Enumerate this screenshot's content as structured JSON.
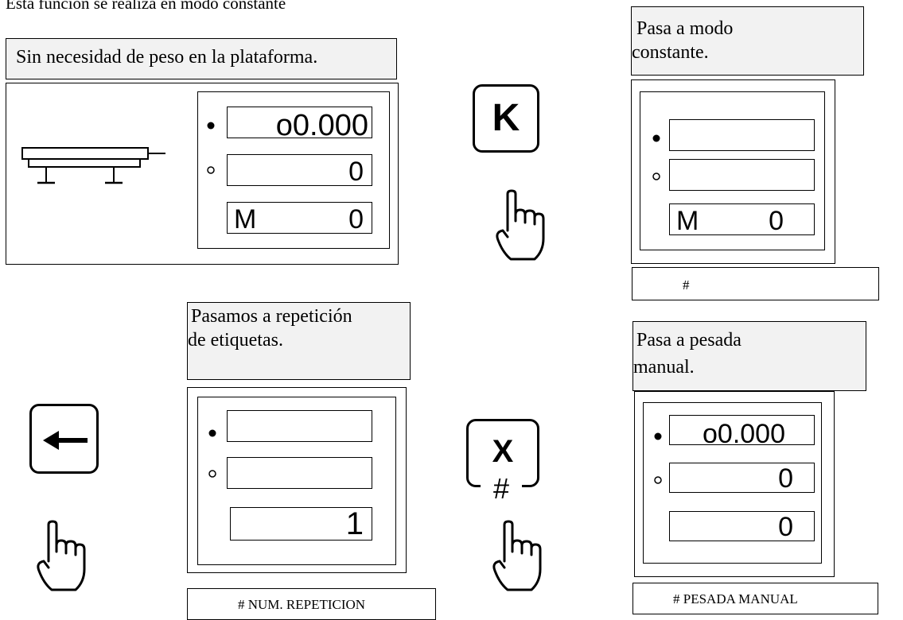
{
  "intro": "Esta función se realiza en modo constante",
  "panel1": {
    "callout": "Sin necesidad de peso en la plataforma.",
    "row1": "o0.000",
    "row2": "0",
    "m_label": "M",
    "m_value": "0"
  },
  "key_k": "K",
  "panel2": {
    "callout_line1": "Pasa a modo",
    "callout_line2": "constante.",
    "row1": "",
    "row2": "",
    "m_label": "M",
    "m_value": "0",
    "bar": "#"
  },
  "panel3": {
    "callout_line1": "Pasamos a repetición",
    "callout_line2": "de etiquetas.",
    "row1": "",
    "row2": "",
    "row3": "1",
    "bar": "# NUM. REPETICION"
  },
  "key_x": {
    "top": "X",
    "bottom": "#"
  },
  "panel4": {
    "callout_line1": "Pasa a pesada",
    "callout_line2": "manual.",
    "row1": "o0.000",
    "row2": "0",
    "row3": "0",
    "bar": "# PESADA MANUAL"
  },
  "icons": {
    "indicator_filled": "filled-dot-icon",
    "indicator_empty": "empty-dot-icon",
    "hand": "pointing-hand-icon",
    "arrow": "left-arrow-icon",
    "scale": "weighing-scale-icon"
  }
}
